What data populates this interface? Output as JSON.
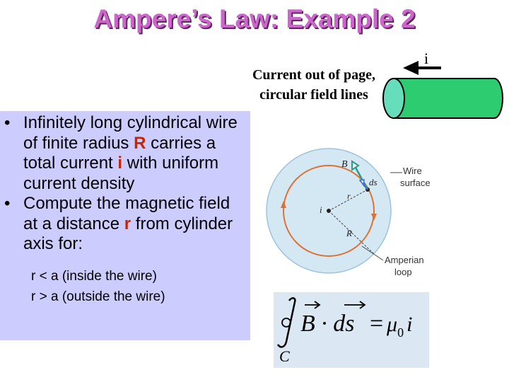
{
  "slide": {
    "title": "Ampere’s Law: Example 2",
    "bullets": [
      {
        "parts": [
          {
            "text": "Infinitely long cylindrical wire of finite radius ",
            "highlight": false
          },
          {
            "text": "R",
            "highlight": true
          },
          {
            "text": " carries a total current ",
            "highlight": false
          },
          {
            "text": "i",
            "highlight": true
          },
          {
            "text": " with uniform current density",
            "highlight": false
          }
        ]
      },
      {
        "parts": [
          {
            "text": "Compute the magnetic field at a distance ",
            "highlight": false
          },
          {
            "text": "r",
            "highlight": true
          },
          {
            "text": " from cylinder axis for:",
            "highlight": false
          }
        ]
      }
    ],
    "sub_items": [
      "r < a (inside the wire)",
      "r > a (outside the wire)"
    ],
    "caption": "Current out of page, circular field lines",
    "current_label": "i",
    "figure": {
      "label_B": "B",
      "label_ds": "ds",
      "label_r": "r",
      "label_i": "i",
      "label_R": "R",
      "label_wire_surface_1": "Wire",
      "label_wire_surface_2": "surface",
      "label_amperian_1": "Amperian",
      "label_amperian_2": "loop"
    },
    "equation": {
      "lhs": "B · ds",
      "equals": "=",
      "rhs": "μ0 i",
      "contour": "C"
    },
    "colors": {
      "title": "#cc66cc",
      "bullet_background": "#ccccff",
      "highlight": "#cc2200",
      "cylinder": "#33cc66",
      "wire_disk": "#d4e8f4",
      "amperian_loop": "#e07030",
      "equation_background": "#dbe8f4"
    }
  }
}
